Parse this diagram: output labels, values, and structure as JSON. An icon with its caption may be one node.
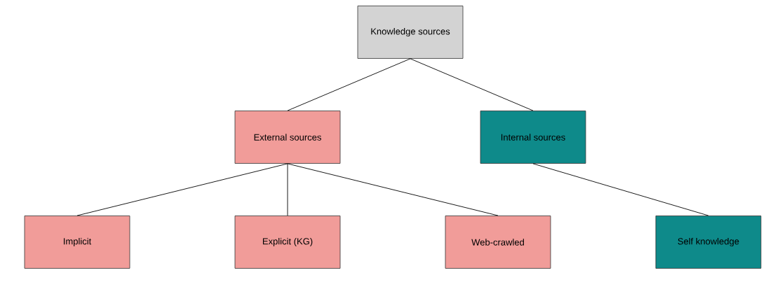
{
  "diagram": {
    "nodes": [
      {
        "text": [
          "Knowledge sources"
        ]
      },
      {
        "text": [
          "External sources"
        ]
      },
      {
        "text": [
          "Internal sources"
        ]
      },
      {
        "text": [
          "Implicit"
        ]
      },
      {
        "text": [
          "Explicit (KG)"
        ]
      },
      {
        "text": [
          "Web-crawled"
        ]
      },
      {
        "text": [
          "Self knowledge"
        ]
      }
    ],
    "edges": [
      {
        "from": 0,
        "to": 1,
        "arrow": "none"
      },
      {
        "from": 0,
        "to": 2,
        "arrow": "none"
      },
      {
        "from": 1,
        "to": 3,
        "arrow": "none"
      },
      {
        "from": 1,
        "to": 4,
        "arrow": "none"
      },
      {
        "from": 1,
        "to": 5,
        "arrow": "none"
      },
      {
        "from": 2,
        "to": 6,
        "arrow": "none"
      }
    ]
  }
}
